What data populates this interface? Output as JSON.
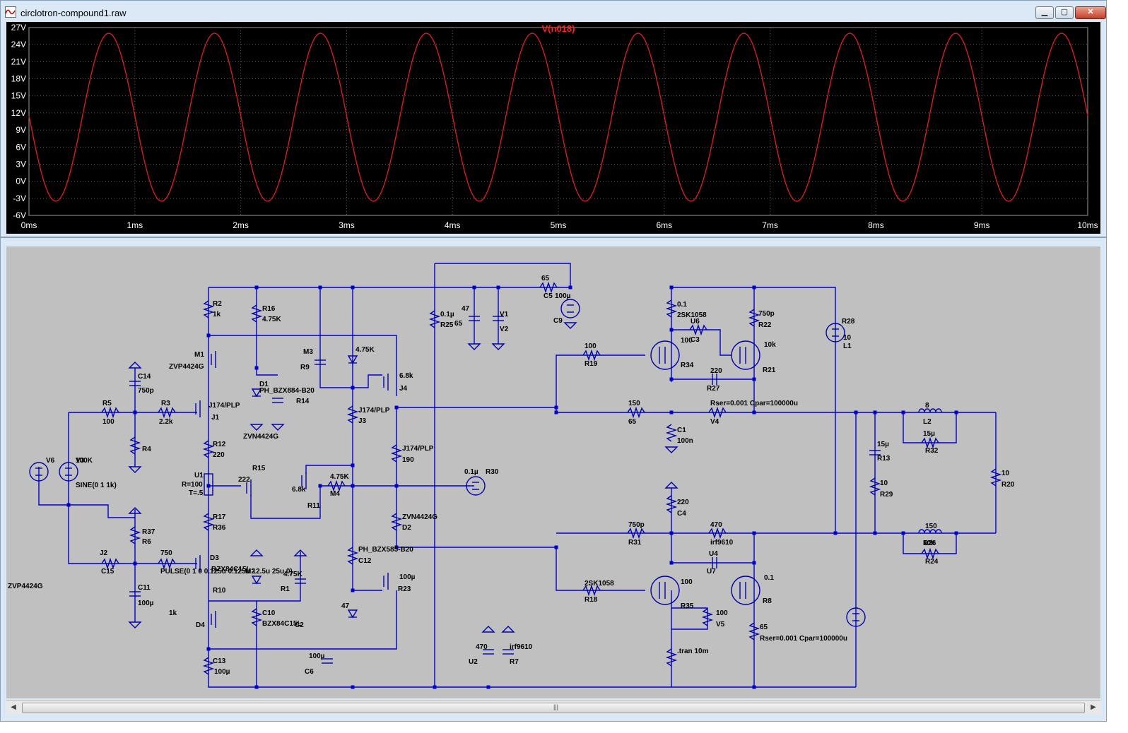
{
  "waveform_window": {
    "title": "circlotron-compound1.raw",
    "icon": "waveform-icon",
    "trace_name": "V(n018)",
    "colors": {
      "background": "#000000",
      "trace": "#d02020",
      "grid": "#606060",
      "axis_text": "#ffffff",
      "trace_label": "#ff2020"
    },
    "y_ticks": [
      "27V",
      "24V",
      "21V",
      "18V",
      "15V",
      "12V",
      "9V",
      "6V",
      "3V",
      "0V",
      "-3V",
      "-6V"
    ],
    "x_ticks": [
      "0ms",
      "1ms",
      "2ms",
      "3ms",
      "4ms",
      "5ms",
      "6ms",
      "7ms",
      "8ms",
      "9ms",
      "10ms"
    ],
    "buttons": {
      "minimize": "minimize-icon",
      "maximize": "maximize-icon",
      "close": "close-icon"
    }
  },
  "chart_data": {
    "type": "line",
    "title": "V(n018)",
    "xlabel": "",
    "ylabel": "",
    "x_unit": "ms",
    "y_unit": "V",
    "xlim": [
      0,
      10
    ],
    "ylim": [
      -6,
      27
    ],
    "grid": true,
    "series": [
      {
        "name": "V(n018)",
        "waveform": "sine",
        "frequency_hz": 1000,
        "offset_v": 11.25,
        "amplitude_v": 14.75,
        "phase_rad": 3.1416,
        "max_v": 26,
        "min_v": -3.5,
        "start_value_v": 11
      }
    ]
  },
  "schematic_window": {
    "title": "circlotron-compound1.asc",
    "colors": {
      "background": "#c0c0c0",
      "wire": "#0000cc",
      "component": "#0000aa",
      "label": "#000000"
    },
    "labels": [
      "R2",
      "1k",
      "R16",
      "4.75K",
      "M1",
      "ZVP4424G",
      "C14",
      "750p",
      "R5",
      "100",
      "R3",
      "2.2k",
      "J174/PLP",
      "J1",
      "R4",
      "100K",
      "V6",
      "V3",
      "SINE(0 1 1k)",
      "U1",
      "R=100",
      "T=.5",
      "R12",
      "220",
      "R17",
      "R36",
      "R37",
      "R6",
      "J2",
      "C15",
      "750",
      "PULSE(0 1 0 0.125u 0.125u 12.5u 25u 0)",
      "D3",
      "BZX84C15L",
      "C11",
      "100µ",
      "ZVP4424G",
      "M2",
      "R10",
      "4.75K",
      "R1",
      "1k",
      "D4",
      "C10",
      "BZX84C15L",
      "C13",
      "100µ",
      "D1",
      "PH_BZX884-B20",
      "ZVN4424G",
      "M3",
      "R9",
      "4.75K",
      "R14",
      "6.8k",
      "J4",
      "J174/PLP",
      "J3",
      "J174/PLP",
      "190",
      "222",
      "R15",
      "6.8k",
      "R11",
      "4.75K",
      "M4",
      "ZVN4424G",
      "D2",
      "PH_BZX585-B20",
      "C12",
      "100µ",
      "R23",
      "47",
      "C2",
      "100µ",
      "C6",
      "0.1µ",
      "R25",
      "47",
      "65",
      "V1",
      "V2",
      "65",
      "C5",
      "100µ",
      "C9",
      "0.1µ",
      "R30",
      "470",
      "U2",
      "irf9610",
      "R7",
      "100",
      "R19",
      "100",
      "R34",
      "0.1",
      "2SK1058",
      "U6",
      "C3",
      "750p",
      "R22",
      "10k",
      "R21",
      "220",
      "R27",
      "150",
      "65",
      "Rser=0.001 Cpar=100000u",
      "V4",
      "C1",
      "100n",
      "R28",
      "10",
      "L1",
      "15µ",
      "R13",
      "10",
      "R29",
      "8",
      "L2",
      "15µ",
      "R32",
      "10",
      "R20",
      "150",
      "R26",
      "10k",
      "R24",
      "220",
      "C4",
      "750p",
      "R31",
      "470",
      "irf9610",
      "U4",
      "U7",
      "2SK1058",
      "R18",
      "100",
      "R35",
      "0.1",
      "R8",
      "100",
      "V5",
      "65",
      "Rser=0.001 Cpar=100000u",
      ".tran 10m"
    ],
    "scrollbar": {
      "left_arrow": "◀",
      "right_arrow": "▶",
      "grip": "|||"
    }
  }
}
